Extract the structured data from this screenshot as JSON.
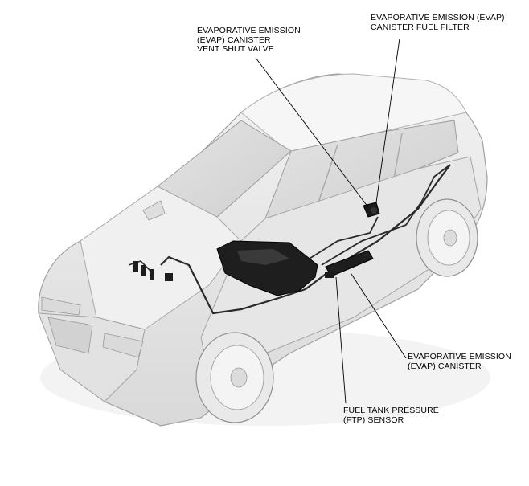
{
  "callouts": {
    "vent_shut_valve": {
      "lines": [
        "EVAPORATIVE EMISSION",
        "(EVAP) CANISTER",
        "VENT SHUT VALVE"
      ]
    },
    "canister_fuel_filter": {
      "lines": [
        "EVAPORATIVE EMISSION (EVAP)",
        "CANISTER FUEL FILTER"
      ]
    },
    "evap_canister": {
      "lines": [
        "EVAPORATIVE EMISSION",
        "(EVAP) CANISTER"
      ]
    },
    "ftp_sensor": {
      "lines": [
        "FUEL TANK PRESSURE",
        "(FTP) SENSOR"
      ]
    }
  },
  "colors": {
    "body_fill": "#ececec",
    "body_shade": "#d6d6d6",
    "outline": "#9a9a9a",
    "component": "#1e1e1e",
    "leader": "#000000"
  }
}
